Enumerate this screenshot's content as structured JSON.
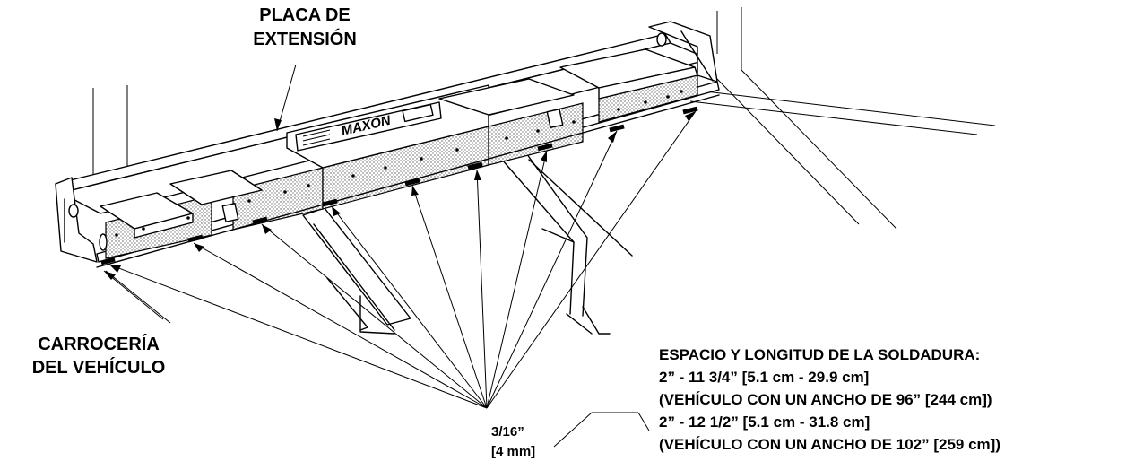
{
  "labels": {
    "extension_plate": [
      "PLACA DE",
      "EXTENSIÓN"
    ],
    "vehicle_body": [
      "CARROCERÍA",
      "DEL VEHÍCULO"
    ],
    "fillet_size": [
      "3/16”",
      "[4 mm]"
    ],
    "logo": "MAXON"
  },
  "weld_spec": {
    "title": "ESPACIO Y LONGITUD DE LA SOLDADURA:",
    "lines": [
      "2” - 11 3/4” [5.1 cm - 29.9 cm]",
      "(VEHÍCULO CON UN ANCHO DE 96” [244 cm])",
      "2” - 12 1/2” [5.1 cm - 31.8 cm]",
      "(VEHÍCULO CON UN ANCHO DE 102” [259 cm])"
    ]
  }
}
